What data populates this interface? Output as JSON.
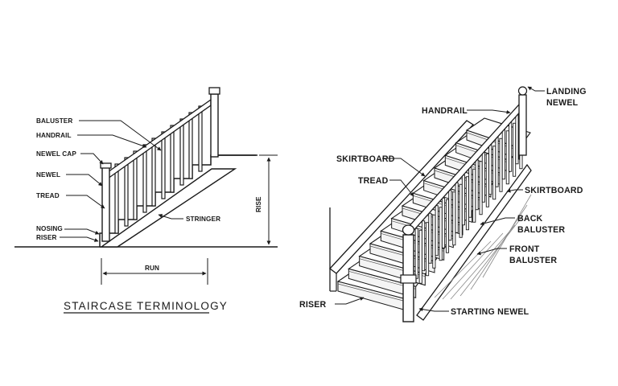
{
  "left_diagram": {
    "caption": "STAIRCASE TERMINOLOGY",
    "labels": {
      "baluster": "BALUSTER",
      "handrail": "HANDRAIL",
      "newel_cap": "NEWEL CAP",
      "newel": "NEWEL",
      "tread": "TREAD",
      "nosing": "NOSING",
      "riser": "RISER",
      "stringer": "STRINGER",
      "run": "RUN",
      "rise": "RISE"
    }
  },
  "right_diagram": {
    "labels": {
      "handrail": "HANDRAIL",
      "landing_newel_1": "LANDING",
      "landing_newel_2": "NEWEL",
      "skirtboard_top": "SKIRTBOARD",
      "tread": "TREAD",
      "skirtboard_right": "SKIRTBOARD",
      "back_baluster_1": "BACK",
      "back_baluster_2": "BALUSTER",
      "front_baluster_1": "FRONT",
      "front_baluster_2": "BALUSTER",
      "riser": "RISER",
      "starting_newel": "STARTING NEWEL"
    }
  }
}
